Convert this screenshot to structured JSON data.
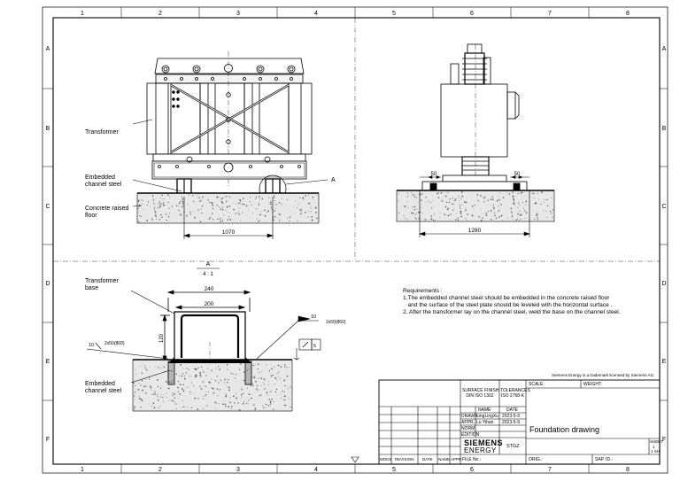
{
  "grid": {
    "columns": [
      "1",
      "2",
      "3",
      "4",
      "5",
      "6",
      "7",
      "8"
    ],
    "rows": [
      "A",
      "B",
      "C",
      "D",
      "E",
      "F"
    ]
  },
  "labels": {
    "transformer": "Transformer",
    "embedded_channel_steel_top": "Embedded\nchannel steel",
    "concrete_floor": "Concrete raised\nfloor",
    "section_marker": "A",
    "dim_1070": "1070",
    "dim_50_left": "50",
    "dim_50_right": "50",
    "dim_1280": "1280",
    "detail_title": "A",
    "detail_scale": "4 : 1",
    "transformer_base": "Transformer\nbase",
    "dim_240": "240",
    "dim_200": "200",
    "dim_120": "120",
    "dim_10_left": "10",
    "weld_left": "2x50(860)",
    "dim_10_right": "10",
    "weld_right": "2x50(860)",
    "flatness_tol": "5",
    "embedded_channel_steel_bottom": "Embedded\nchannel steel"
  },
  "requirements": {
    "title": "Requirements :",
    "lines": [
      "1.The embedded channel steel should be embedded in the concrete raised floor",
      "   and the surface of the steel plate should be leveled with the horizontal surface .",
      "2. After the transformer lay on the channel steel, weld the base on the channel steel."
    ]
  },
  "title_block": {
    "trademark": "Siemens Energy is a trademark licensed by Siemens AG.",
    "surface_finish": "SURFACE FINISH\nDIN ISO 1302",
    "tolerances": "TOLERANCES\nISO 2768-K",
    "scale": "SCALE:",
    "weight": "WEIGHT:",
    "name_hdr": "NAME",
    "date_hdr": "DATE",
    "drawn": "DRAWN",
    "drawn_name": "LingLingXu",
    "drawn_date": "2023-5-9",
    "appr": "APPR.",
    "appr_name": "Lu Yihan",
    "appr_date": "2023-5-9",
    "norm": "NORM",
    "edition": "EDITION",
    "title": "Foundation drawing",
    "brand_top": "SIEMENS",
    "brand_bottom": "ENERGY",
    "org": "STGZ",
    "sheet_label": "SHEET",
    "sheet_no": "1",
    "sheet_of": "1 SH",
    "file_no": "FILE No.:",
    "orig": "ORIG.:",
    "sap": "SAP. ID.:",
    "rev_cols": [
      "MODS",
      "REVISION",
      "DATE",
      "NAME",
      "APPR"
    ]
  }
}
